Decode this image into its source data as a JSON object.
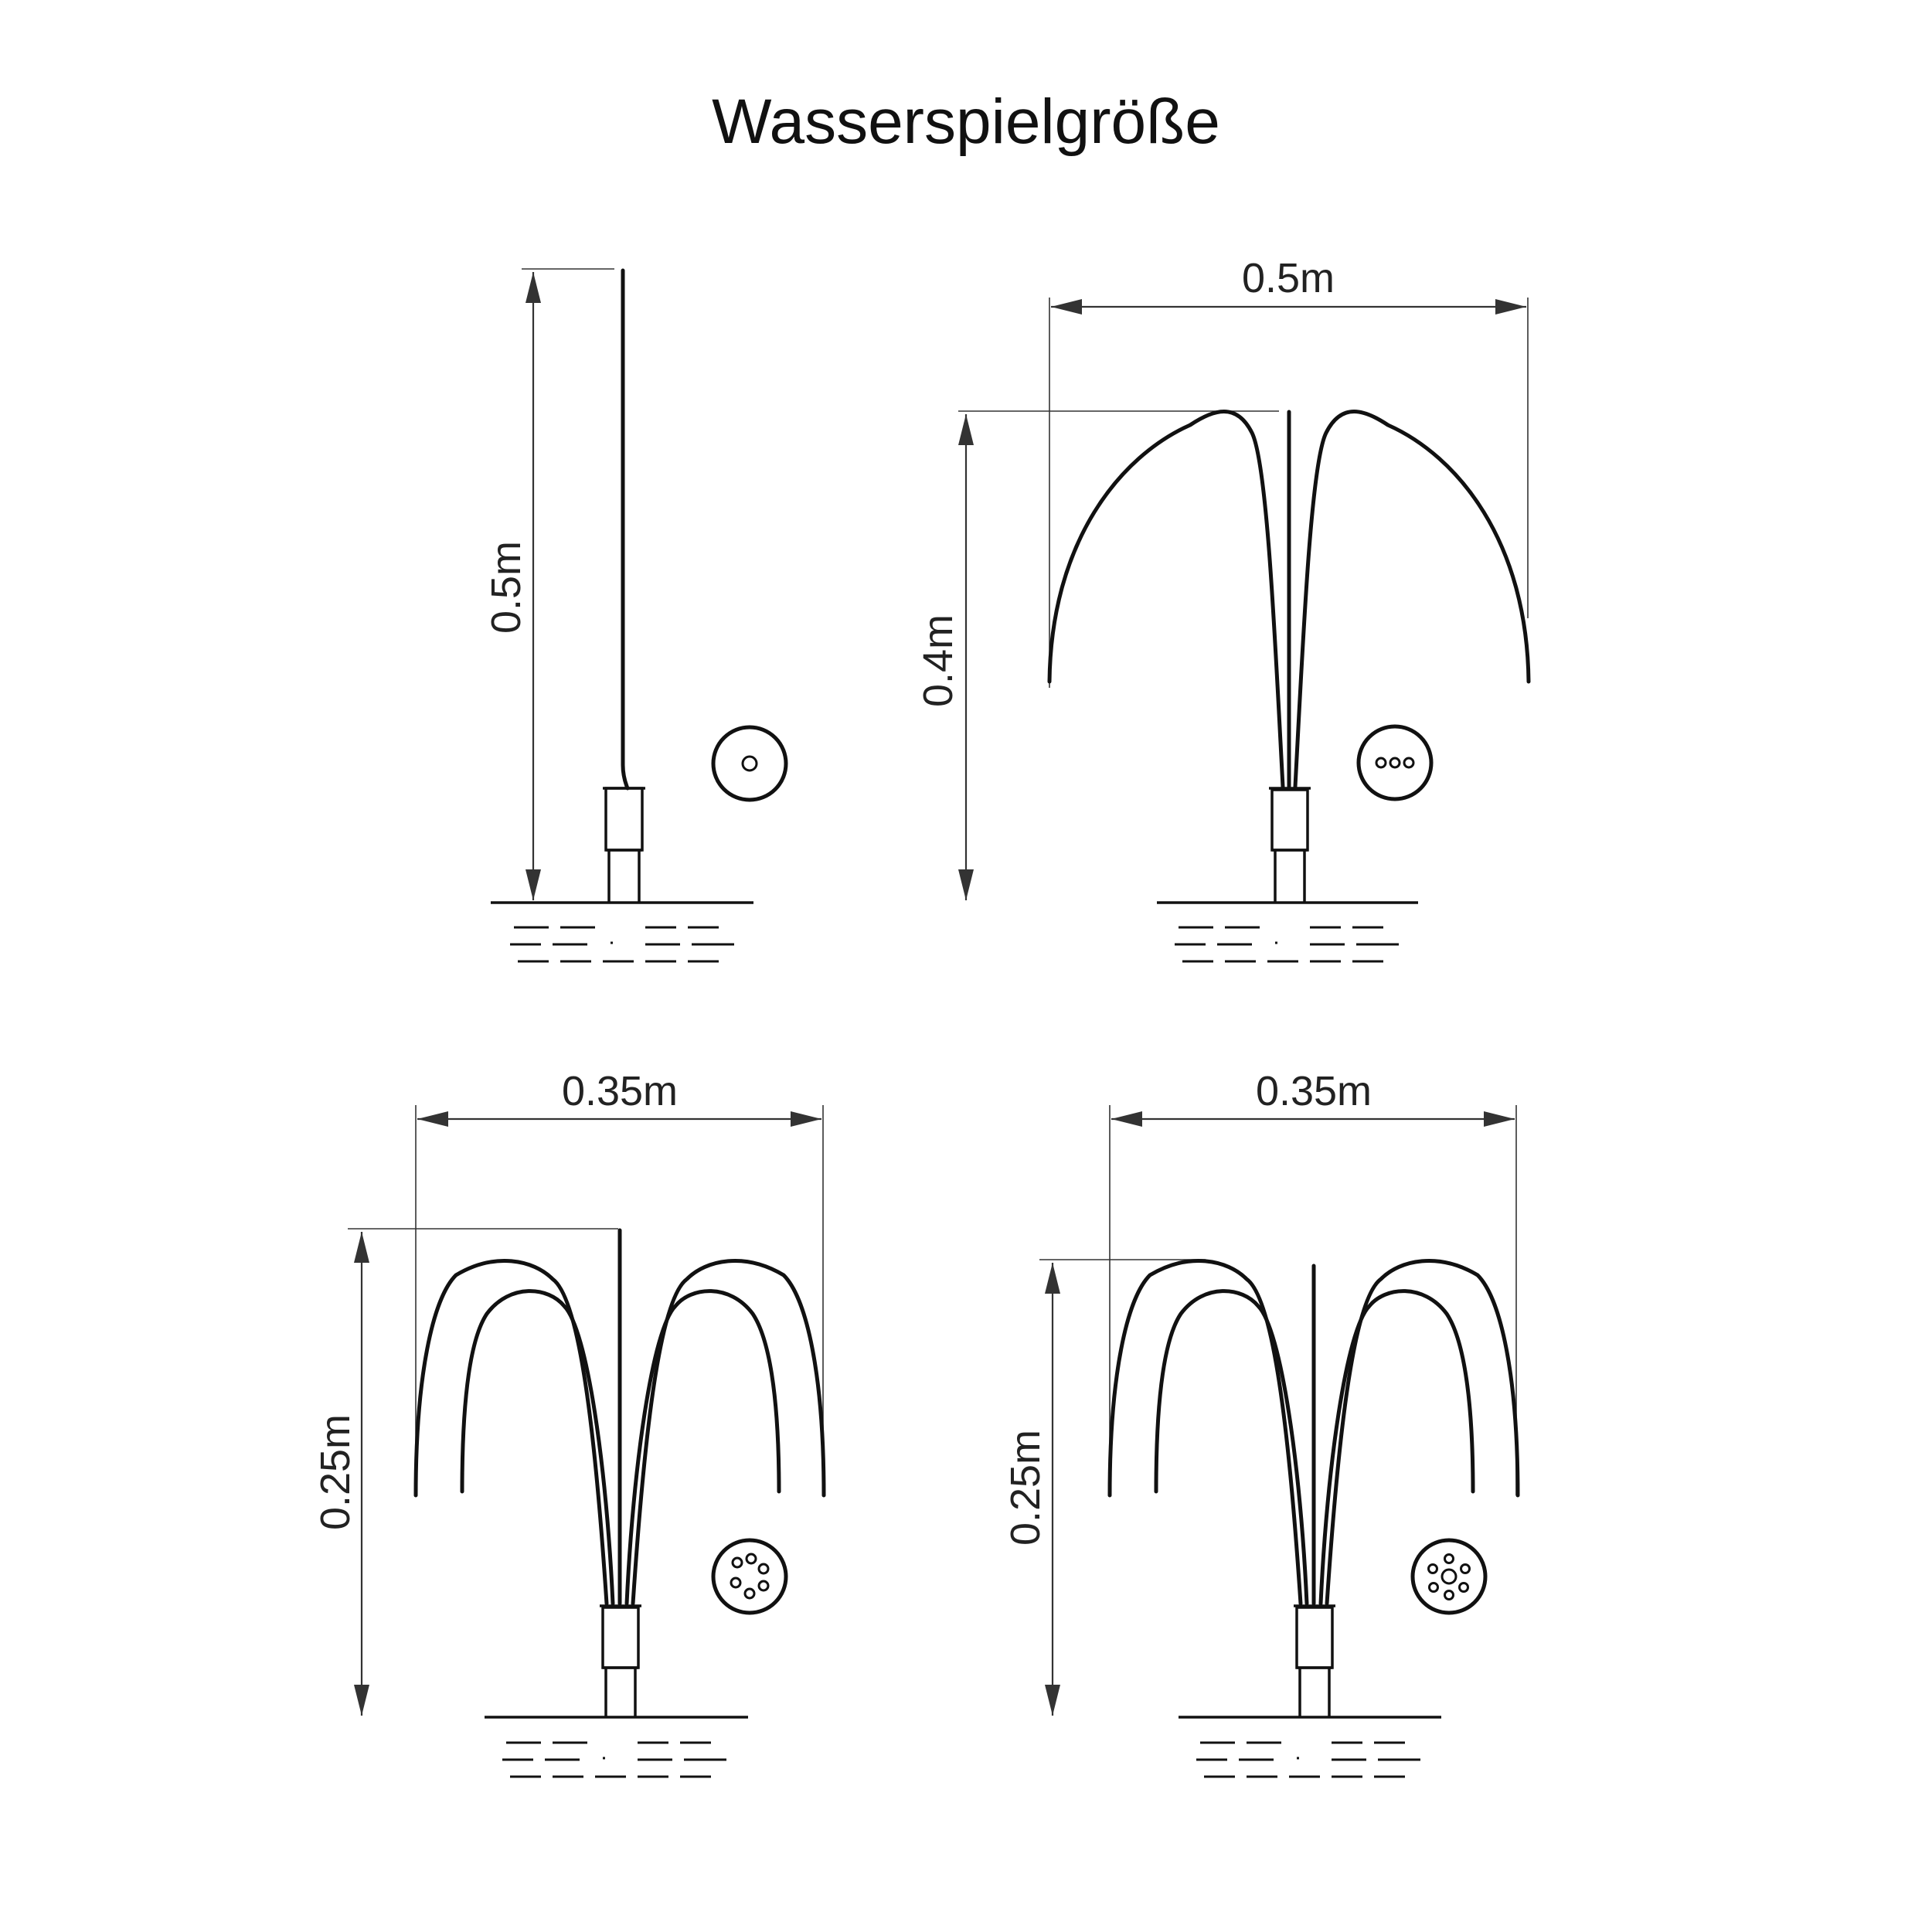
{
  "title": "Wasserspielgröße",
  "fountains": [
    {
      "id": "single-jet",
      "height_label": "0.5m",
      "width_label": ""
    },
    {
      "id": "three-jet",
      "height_label": "0.4m",
      "width_label": "0.5m"
    },
    {
      "id": "six-jet",
      "height_label": "0.25m",
      "width_label": "0.35m"
    },
    {
      "id": "ring-jet",
      "height_label": "0.25m",
      "width_label": "0.35m"
    }
  ]
}
